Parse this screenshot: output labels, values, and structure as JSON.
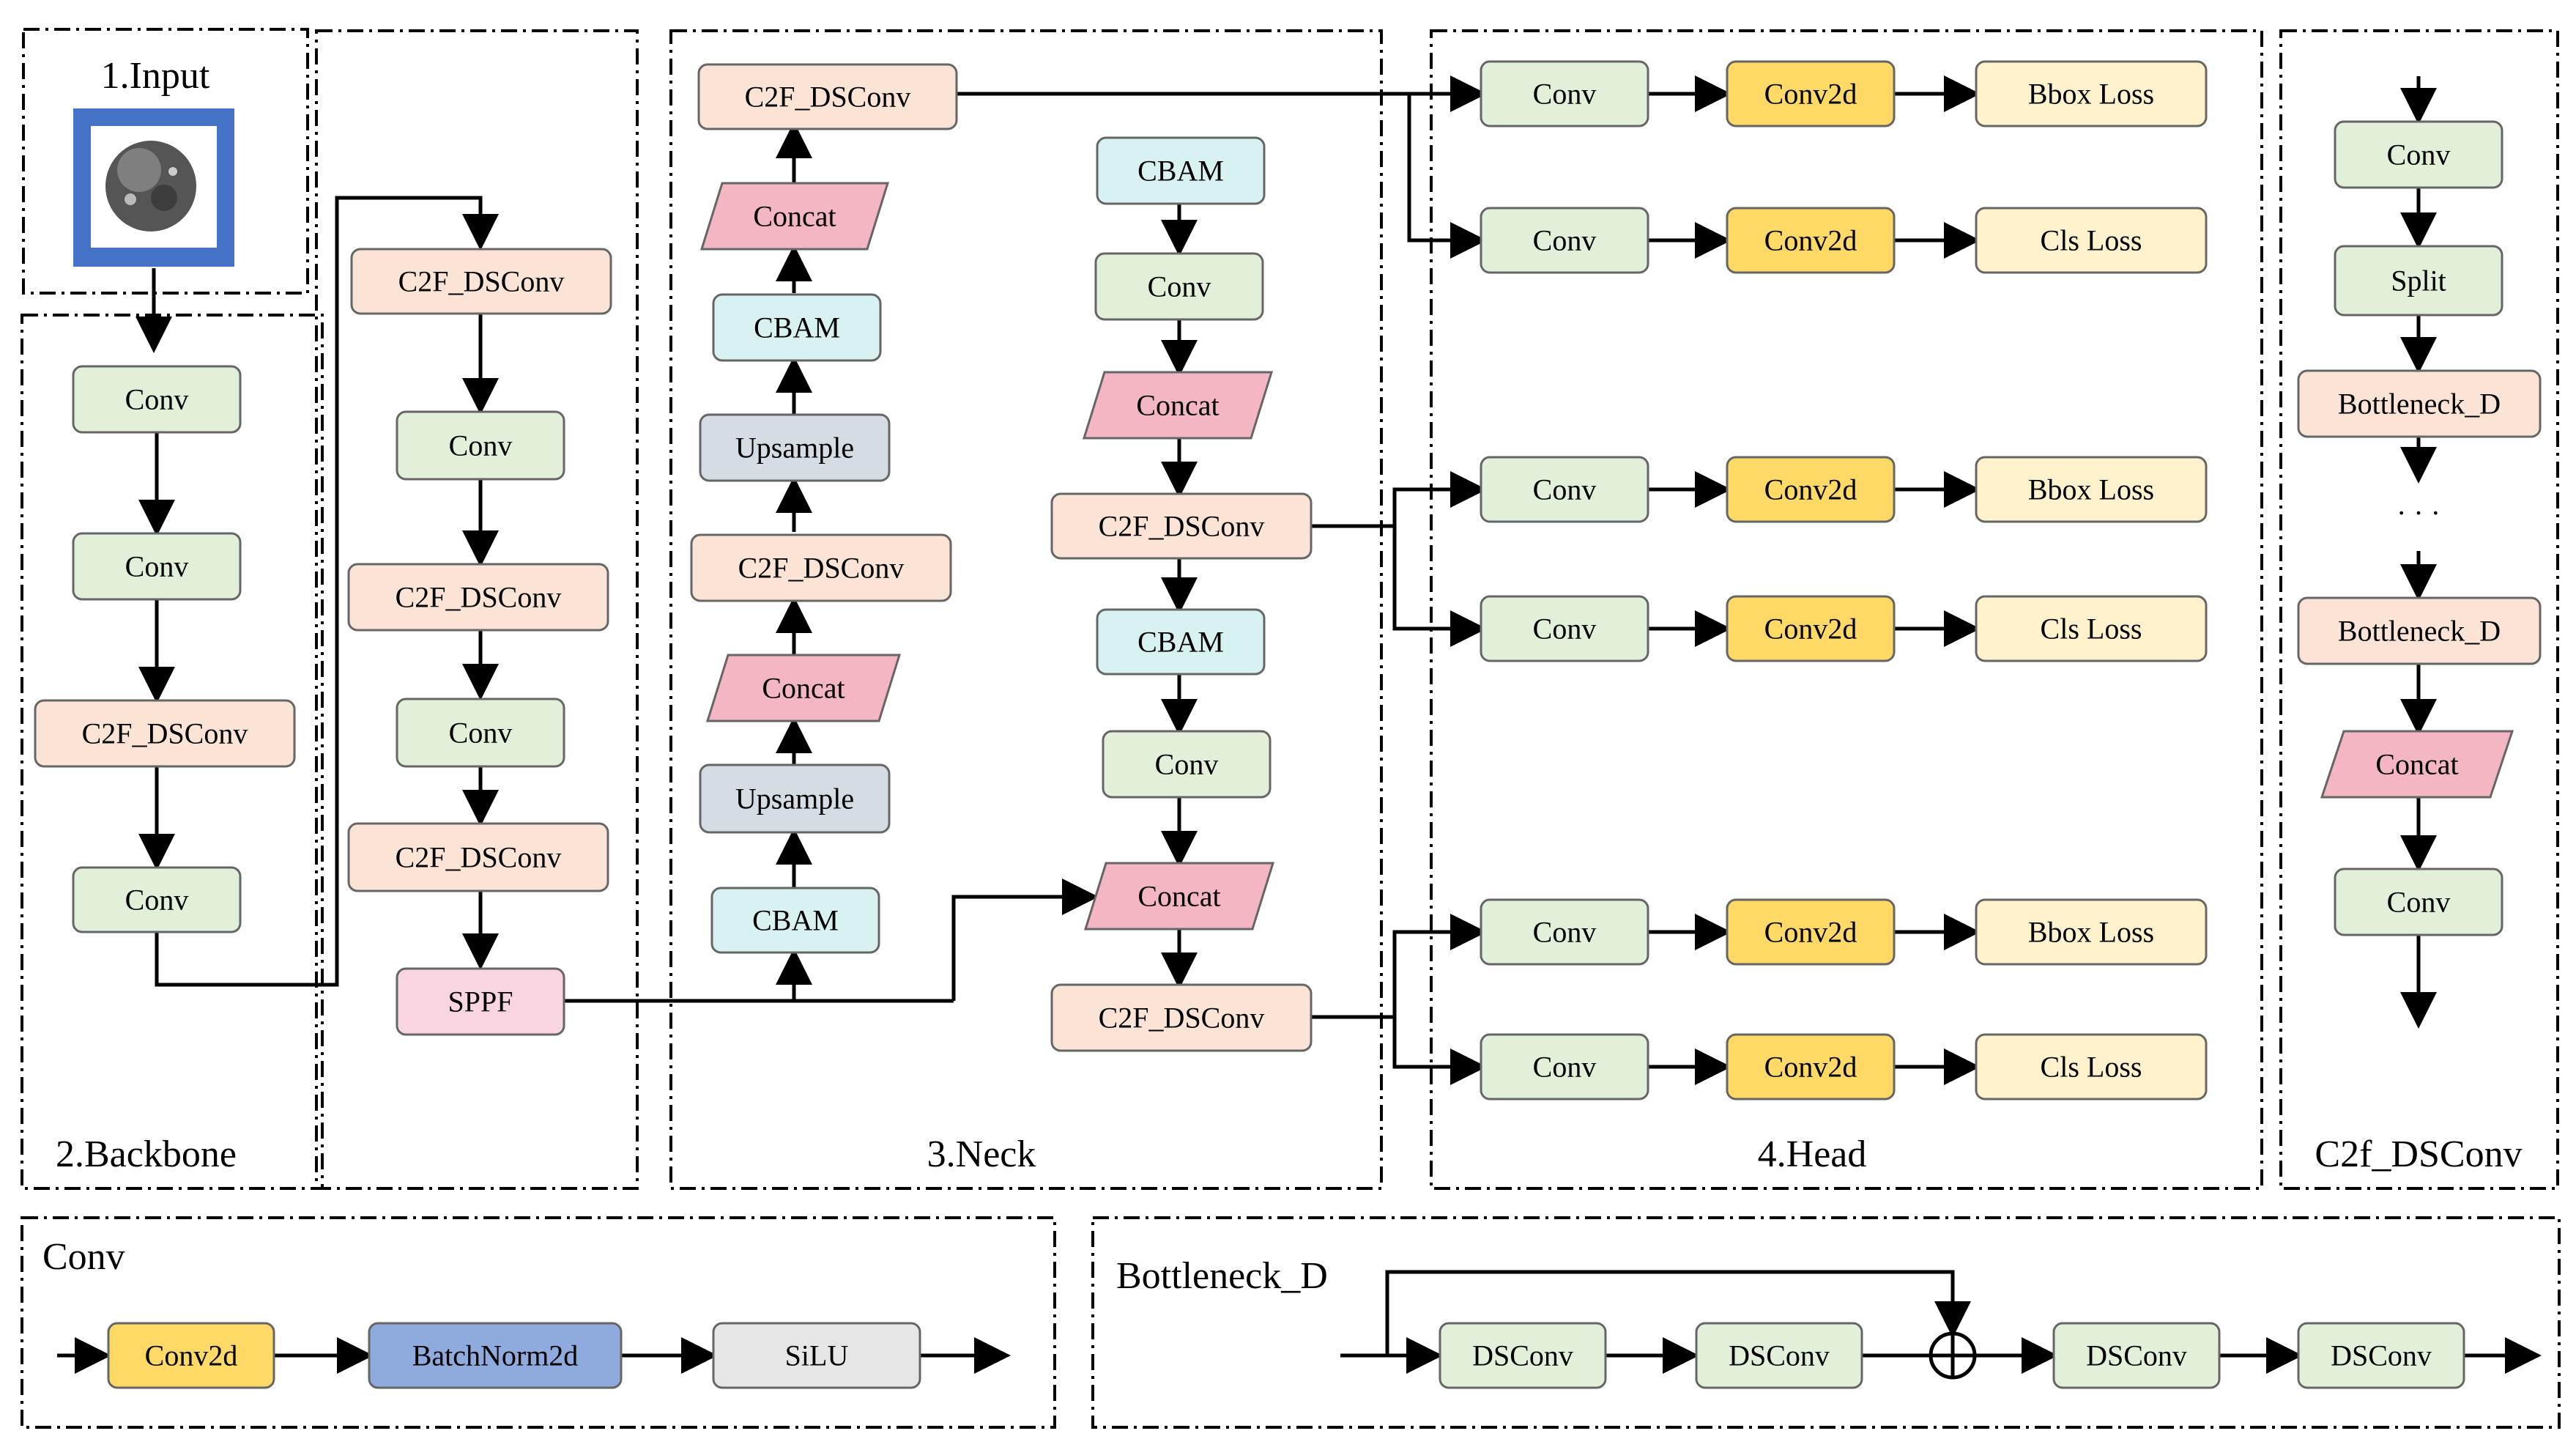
{
  "colors": {
    "conv": "#e2efd9",
    "c2f": "#fbe4d5",
    "concat": "#f4b6c2",
    "cbam": "#d7f2f0",
    "upsample": "#d6dce4",
    "conv2d": "#ffd966",
    "loss": "#fff2cc",
    "sppf": "#f8d5e0",
    "batchnorm": "#8faadc",
    "silu": "#e7e6e6",
    "input_frame": "#4472c4"
  },
  "panels": {
    "input": "1.Input",
    "backbone": "2.Backbone",
    "neck": "3.Neck",
    "head": "4.Head",
    "c2f_detail": "C2f_DSConv",
    "conv_detail": "Conv",
    "bottleneck_detail": "Bottleneck_D"
  },
  "backbone": {
    "col1": [
      "Conv",
      "Conv",
      "C2F_DSConv",
      "Conv"
    ],
    "col2": [
      "C2F_DSConv",
      "Conv",
      "C2F_DSConv",
      "Conv",
      "C2F_DSConv",
      "SPPF"
    ]
  },
  "neck": {
    "up_path": [
      "CBAM",
      "Upsample",
      "Concat",
      "C2F_DSConv",
      "Upsample",
      "CBAM",
      "Concat",
      "C2F_DSConv"
    ],
    "down_path": [
      "CBAM",
      "Conv",
      "Concat",
      "C2F_DSConv",
      "CBAM",
      "Conv",
      "Concat",
      "C2F_DSConv"
    ]
  },
  "head": {
    "rows": [
      {
        "conv": "Conv",
        "conv2d": "Conv2d",
        "loss": "Bbox Loss"
      },
      {
        "conv": "Conv",
        "conv2d": "Conv2d",
        "loss": "Cls Loss"
      },
      {
        "conv": "Conv",
        "conv2d": "Conv2d",
        "loss": "Bbox Loss"
      },
      {
        "conv": "Conv",
        "conv2d": "Conv2d",
        "loss": "Cls Loss"
      },
      {
        "conv": "Conv",
        "conv2d": "Conv2d",
        "loss": "Bbox Loss"
      },
      {
        "conv": "Conv",
        "conv2d": "Conv2d",
        "loss": "Cls Loss"
      }
    ]
  },
  "c2f_detail": {
    "blocks": [
      "Conv",
      "Split",
      "Bottleneck_D",
      "Bottleneck_D",
      "Concat",
      "Conv"
    ],
    "ellipsis": "· · ·"
  },
  "conv_detail": {
    "blocks": [
      "Conv2d",
      "BatchNorm2d",
      "SiLU"
    ]
  },
  "bottleneck_detail": {
    "blocks": [
      "DSConv",
      "DSConv",
      "DSConv",
      "DSConv"
    ],
    "add_symbol": "⊕"
  }
}
